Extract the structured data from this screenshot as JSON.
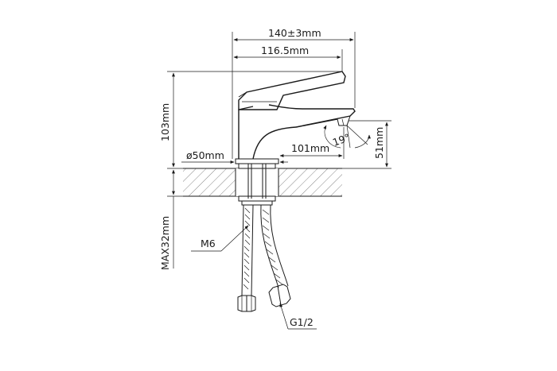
{
  "drawing": {
    "dimensions": {
      "overall_width": "140±3mm",
      "spout_reach": "116.5mm",
      "height": "103mm",
      "base_diameter": "ø50mm",
      "spout_length": "101mm",
      "spout_height": "51mm",
      "spout_angle": "19°",
      "max_deck_thickness": "MAX32mm"
    },
    "callouts": {
      "mounting_stud": "M6",
      "hose_connection": "G1/2"
    },
    "colors": {
      "line": "#1a1a1a",
      "background": "#ffffff"
    }
  }
}
